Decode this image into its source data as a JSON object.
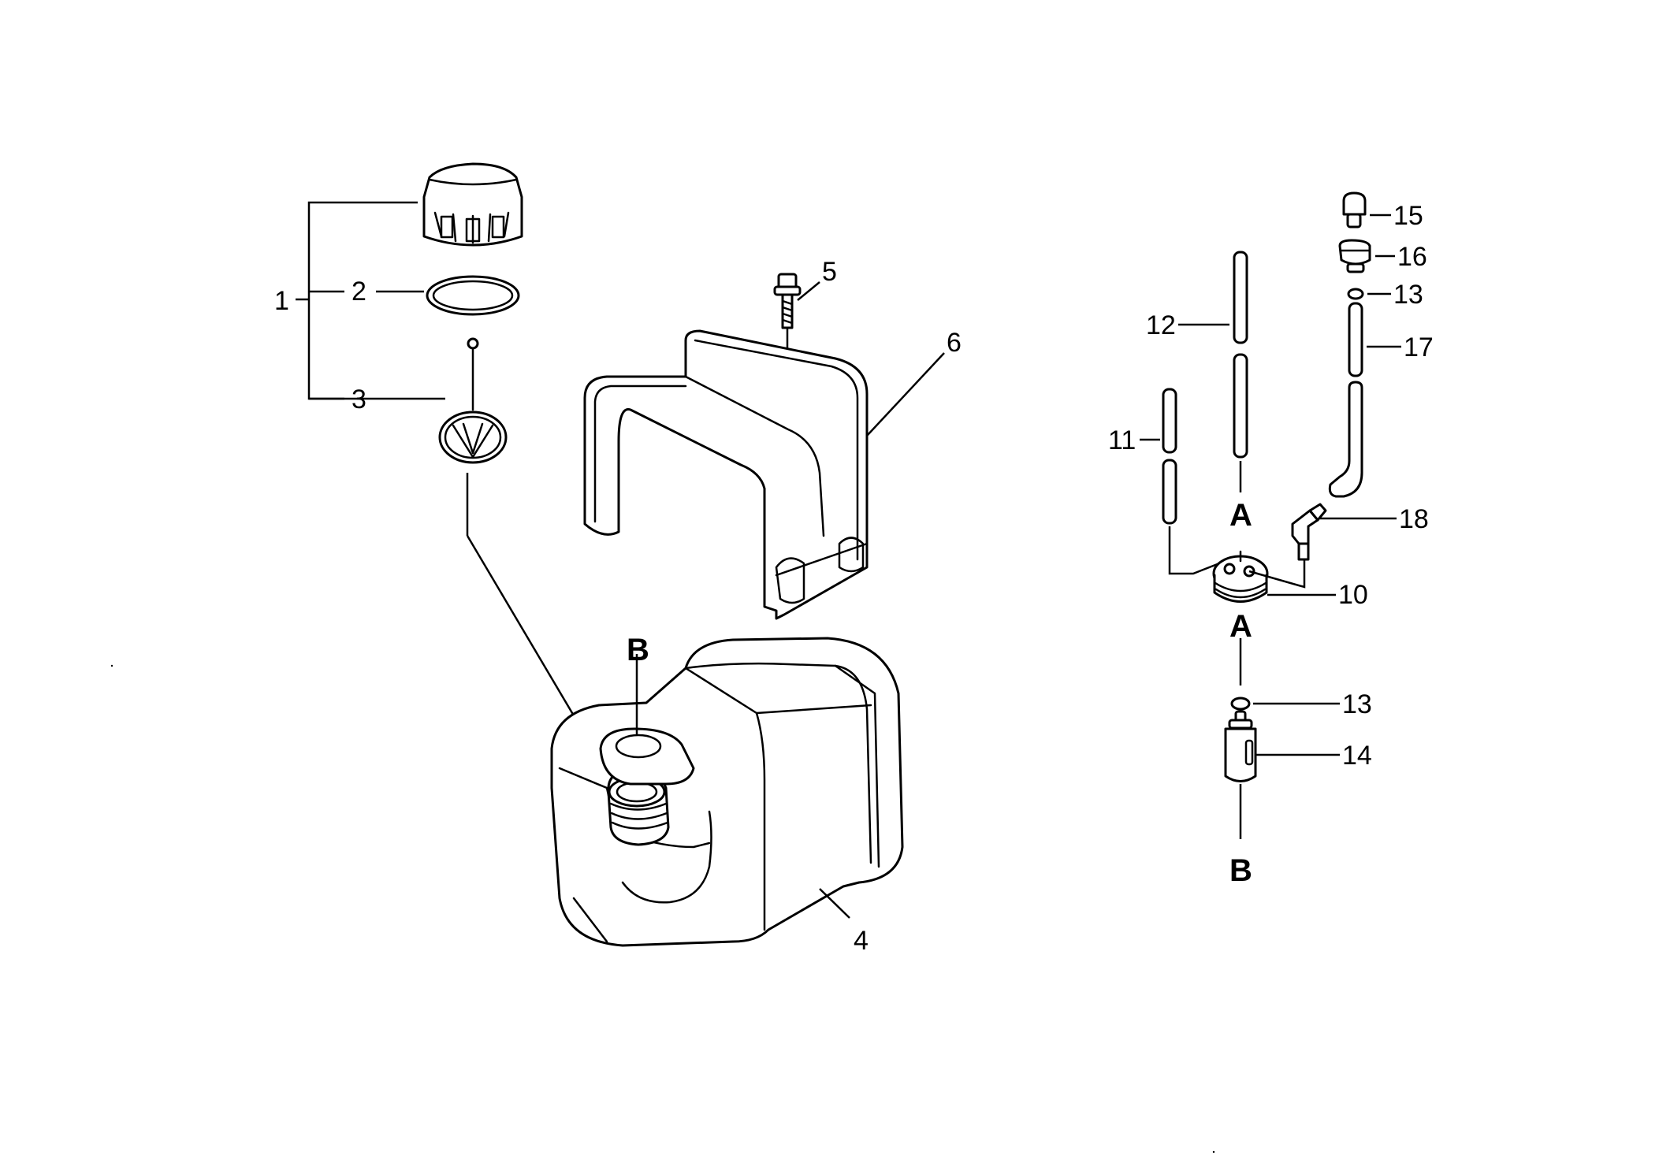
{
  "diagram": {
    "callouts": {
      "c1": "1",
      "c2": "2",
      "c3": "3",
      "c4": "4",
      "c5": "5",
      "c6": "6",
      "c10": "10",
      "c11": "11",
      "c12": "12",
      "c13a": "13",
      "c13b": "13",
      "c14": "14",
      "c15": "15",
      "c16": "16",
      "c17": "17",
      "c18": "18"
    },
    "markers": {
      "a_top": "A",
      "a_bottom": "A",
      "b_tank": "B",
      "b_filter": "B"
    }
  }
}
